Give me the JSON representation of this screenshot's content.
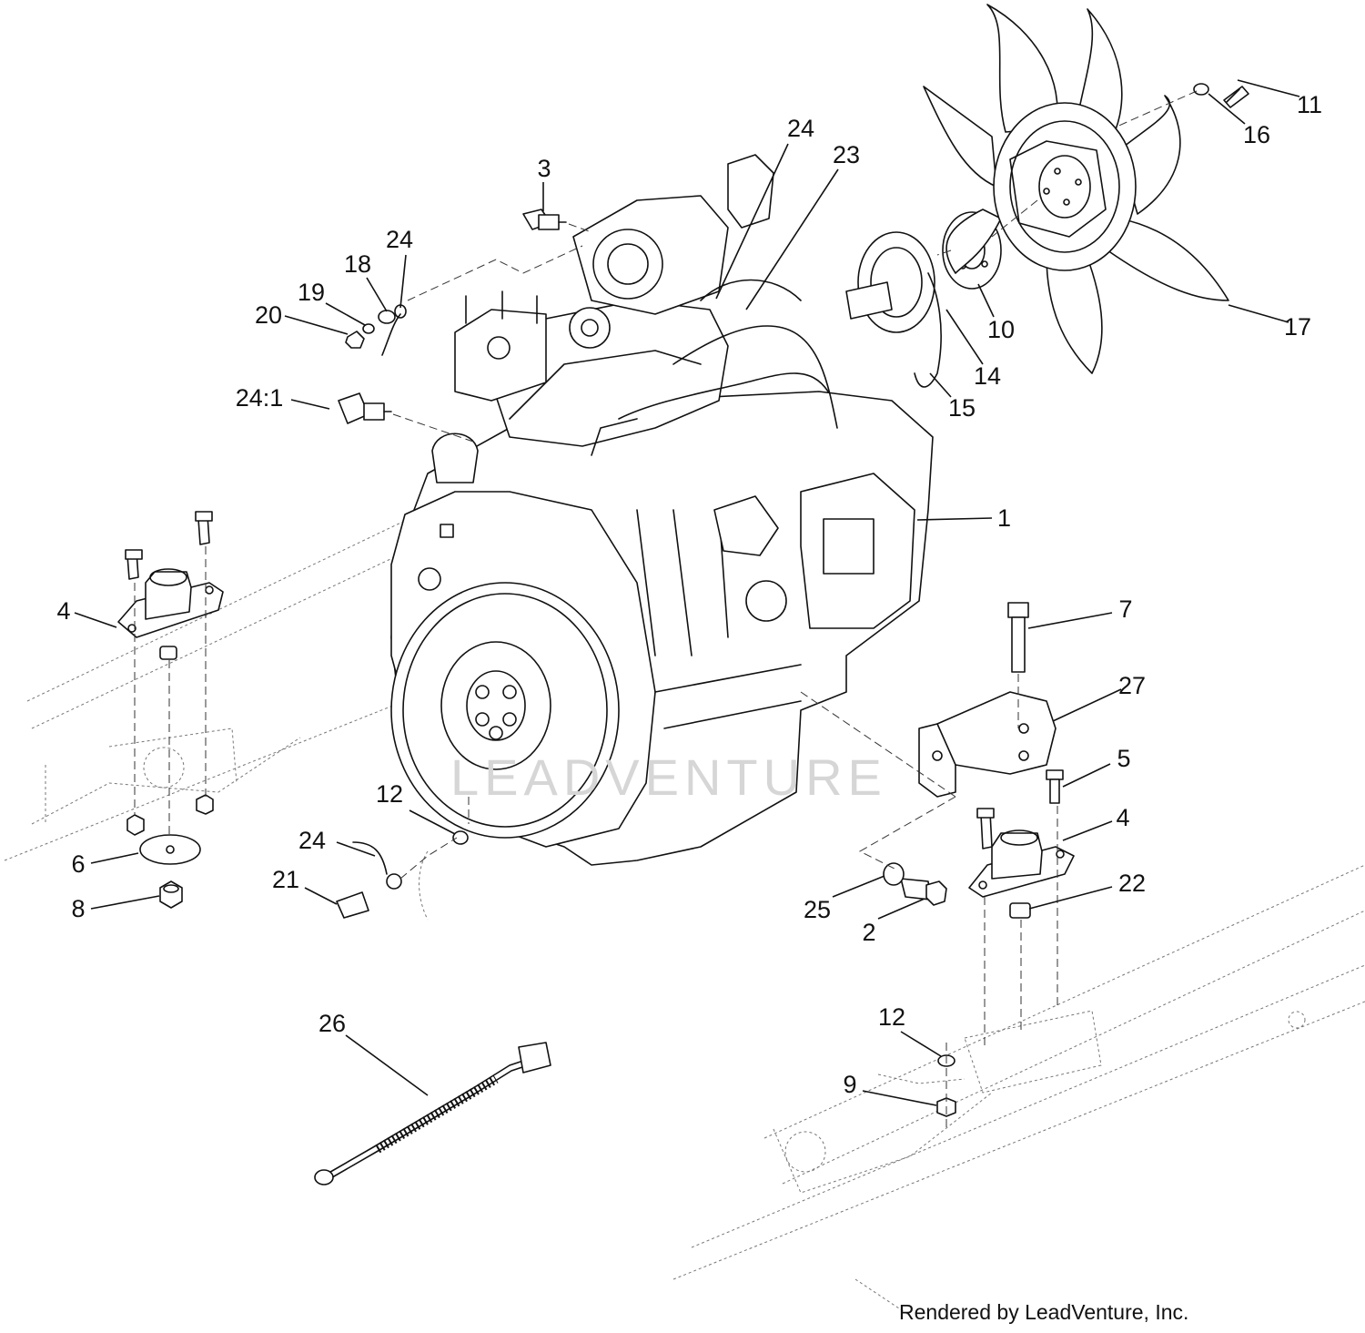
{
  "watermark": "LEADVENTURE",
  "credit": "Rendered by LeadVenture, Inc.",
  "callouts": [
    {
      "id": "c1",
      "label": "1"
    },
    {
      "id": "c2",
      "label": "2"
    },
    {
      "id": "c3",
      "label": "3"
    },
    {
      "id": "c4a",
      "label": "4"
    },
    {
      "id": "c4b",
      "label": "4"
    },
    {
      "id": "c5",
      "label": "5"
    },
    {
      "id": "c6",
      "label": "6"
    },
    {
      "id": "c7",
      "label": "7"
    },
    {
      "id": "c8",
      "label": "8"
    },
    {
      "id": "c9",
      "label": "9"
    },
    {
      "id": "c10",
      "label": "10"
    },
    {
      "id": "c11",
      "label": "11"
    },
    {
      "id": "c12a",
      "label": "12"
    },
    {
      "id": "c12b",
      "label": "12"
    },
    {
      "id": "c14",
      "label": "14"
    },
    {
      "id": "c15",
      "label": "15"
    },
    {
      "id": "c16",
      "label": "16"
    },
    {
      "id": "c17",
      "label": "17"
    },
    {
      "id": "c18",
      "label": "18"
    },
    {
      "id": "c19",
      "label": "19"
    },
    {
      "id": "c20",
      "label": "20"
    },
    {
      "id": "c21",
      "label": "21"
    },
    {
      "id": "c22",
      "label": "22"
    },
    {
      "id": "c23",
      "label": "23"
    },
    {
      "id": "c24a",
      "label": "24"
    },
    {
      "id": "c24b",
      "label": "24"
    },
    {
      "id": "c24c",
      "label": "24"
    },
    {
      "id": "c24_1",
      "label": "24:1"
    },
    {
      "id": "c25",
      "label": "25"
    },
    {
      "id": "c26",
      "label": "26"
    },
    {
      "id": "c27",
      "label": "27"
    }
  ]
}
